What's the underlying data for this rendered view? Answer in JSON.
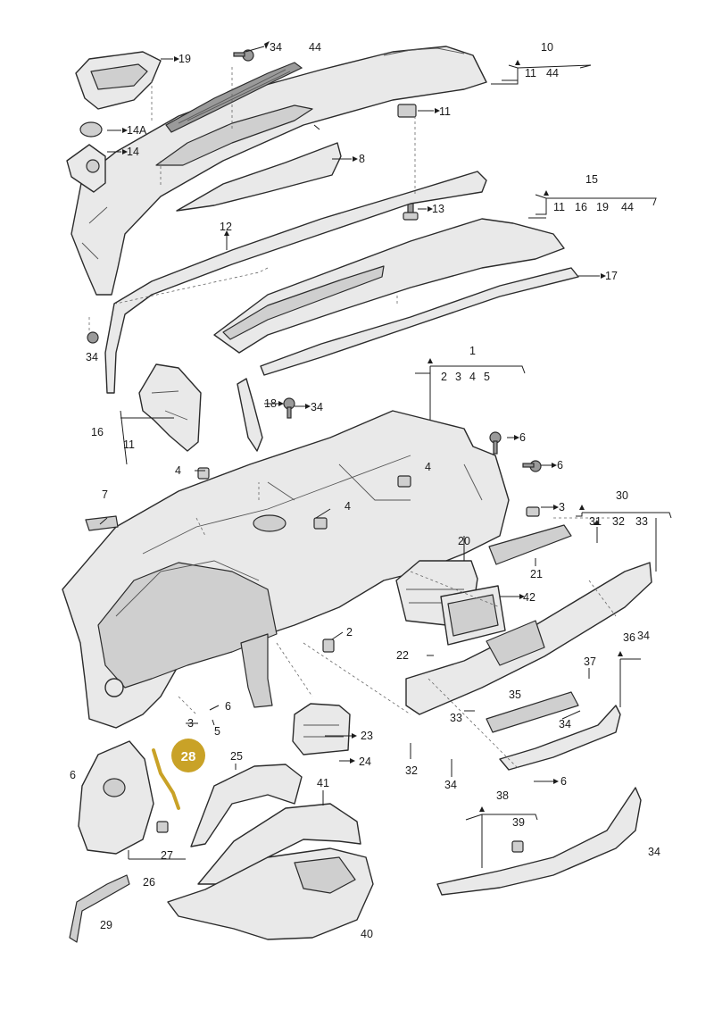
{
  "highlight": {
    "label": "28",
    "color": "#c9a227"
  },
  "callouts": {
    "c1": "1",
    "c1_subs": [
      "2",
      "3",
      "4",
      "5"
    ],
    "c2": "2",
    "c3a": "3",
    "c3b": "3",
    "c4a": "4",
    "c4b": "4",
    "c4c": "4",
    "c5": "5",
    "c6a": "6",
    "c6b": "6",
    "c6c": "6",
    "c6d": "6",
    "c6e": "6",
    "c7": "7",
    "c8": "8",
    "c10": "10",
    "c10_subs": [
      "11",
      "44"
    ],
    "c11a": "11",
    "c11b": "11",
    "c12": "12",
    "c13": "13",
    "c14": "14",
    "c14A": "14A",
    "c15": "15",
    "c15_subs": [
      "11",
      "16",
      "19",
      "44"
    ],
    "c16": "16",
    "c17": "17",
    "c18": "18",
    "c19": "19",
    "c20": "20",
    "c21": "21",
    "c22": "22",
    "c23": "23",
    "c24": "24",
    "c25": "25",
    "c26": "26",
    "c27": "27",
    "c29": "29",
    "c30": "30",
    "c30_subs": [
      "31",
      "32",
      "33"
    ],
    "c31": "31",
    "c32": "32",
    "c33": "33",
    "c34a": "34",
    "c34b": "34",
    "c34c": "34",
    "c34d": "34",
    "c34e": "34",
    "c34f": "34",
    "c35": "35",
    "c36": "36",
    "c37": "37",
    "c38": "38",
    "c39": "39",
    "c40": "40",
    "c41": "41",
    "c42": "42",
    "c44": "44"
  }
}
